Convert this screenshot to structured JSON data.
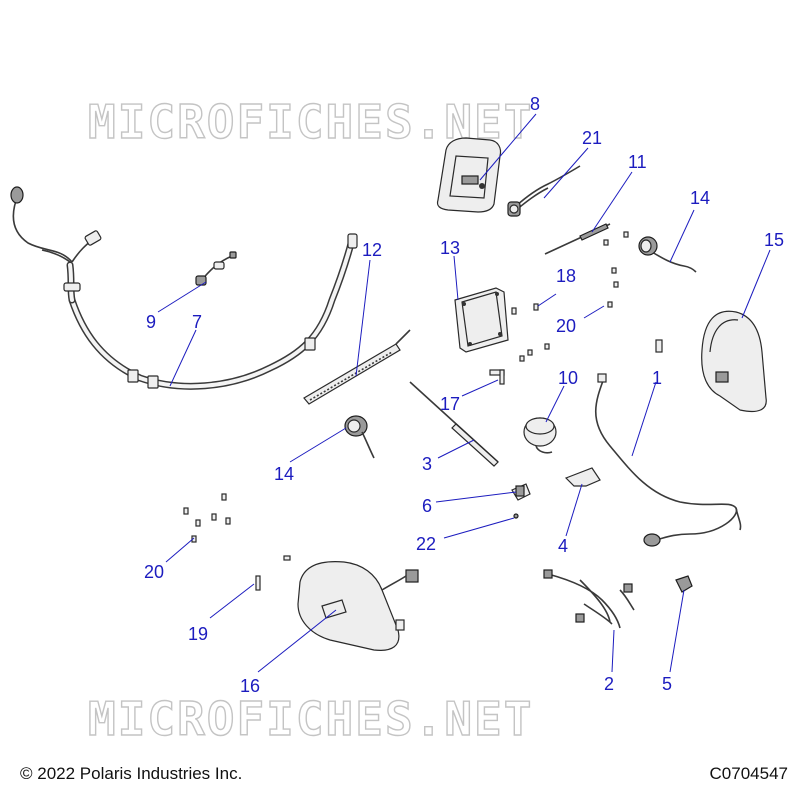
{
  "watermark_text": "MICROFICHES.NET",
  "copyright": "© 2022 Polaris Industries Inc.",
  "drawing_number": "C0704547",
  "colors": {
    "callout": "#1c1cbf",
    "line_art": "#2a2a2a",
    "watermark": "#c4c4c4"
  },
  "callouts": [
    {
      "id": "c8",
      "label": "8"
    },
    {
      "id": "c21",
      "label": "21"
    },
    {
      "id": "c11",
      "label": "11"
    },
    {
      "id": "c14a",
      "label": "14"
    },
    {
      "id": "c15",
      "label": "15"
    },
    {
      "id": "c12",
      "label": "12"
    },
    {
      "id": "c13",
      "label": "13"
    },
    {
      "id": "c18",
      "label": "18"
    },
    {
      "id": "c20a",
      "label": "20"
    },
    {
      "id": "c9",
      "label": "9"
    },
    {
      "id": "c7",
      "label": "7"
    },
    {
      "id": "c1",
      "label": "1"
    },
    {
      "id": "c10",
      "label": "10"
    },
    {
      "id": "c17",
      "label": "17"
    },
    {
      "id": "c3",
      "label": "3"
    },
    {
      "id": "c14b",
      "label": "14"
    },
    {
      "id": "c6",
      "label": "6"
    },
    {
      "id": "c4",
      "label": "4"
    },
    {
      "id": "c22",
      "label": "22"
    },
    {
      "id": "c20b",
      "label": "20"
    },
    {
      "id": "c19",
      "label": "19"
    },
    {
      "id": "c16",
      "label": "16"
    },
    {
      "id": "c2",
      "label": "2"
    },
    {
      "id": "c5",
      "label": "5"
    }
  ]
}
